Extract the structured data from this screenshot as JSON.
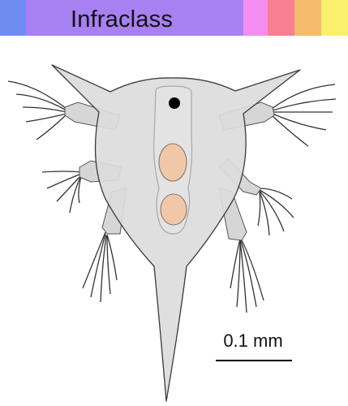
{
  "header": {
    "title": "Infraclass",
    "colors": [
      "#6f8cf3",
      "#a780f2",
      "#f38ef0",
      "#f77f8f",
      "#f4bb6a",
      "#fbf06b"
    ]
  },
  "figure": {
    "subject": "nauplius larva",
    "body_color": "#d9d9d9",
    "outline_color": "#3a3a3a",
    "eye_color": "#000000",
    "organ_color": "#f0c8a8"
  },
  "scale_bar": {
    "label": "0.1 mm"
  }
}
